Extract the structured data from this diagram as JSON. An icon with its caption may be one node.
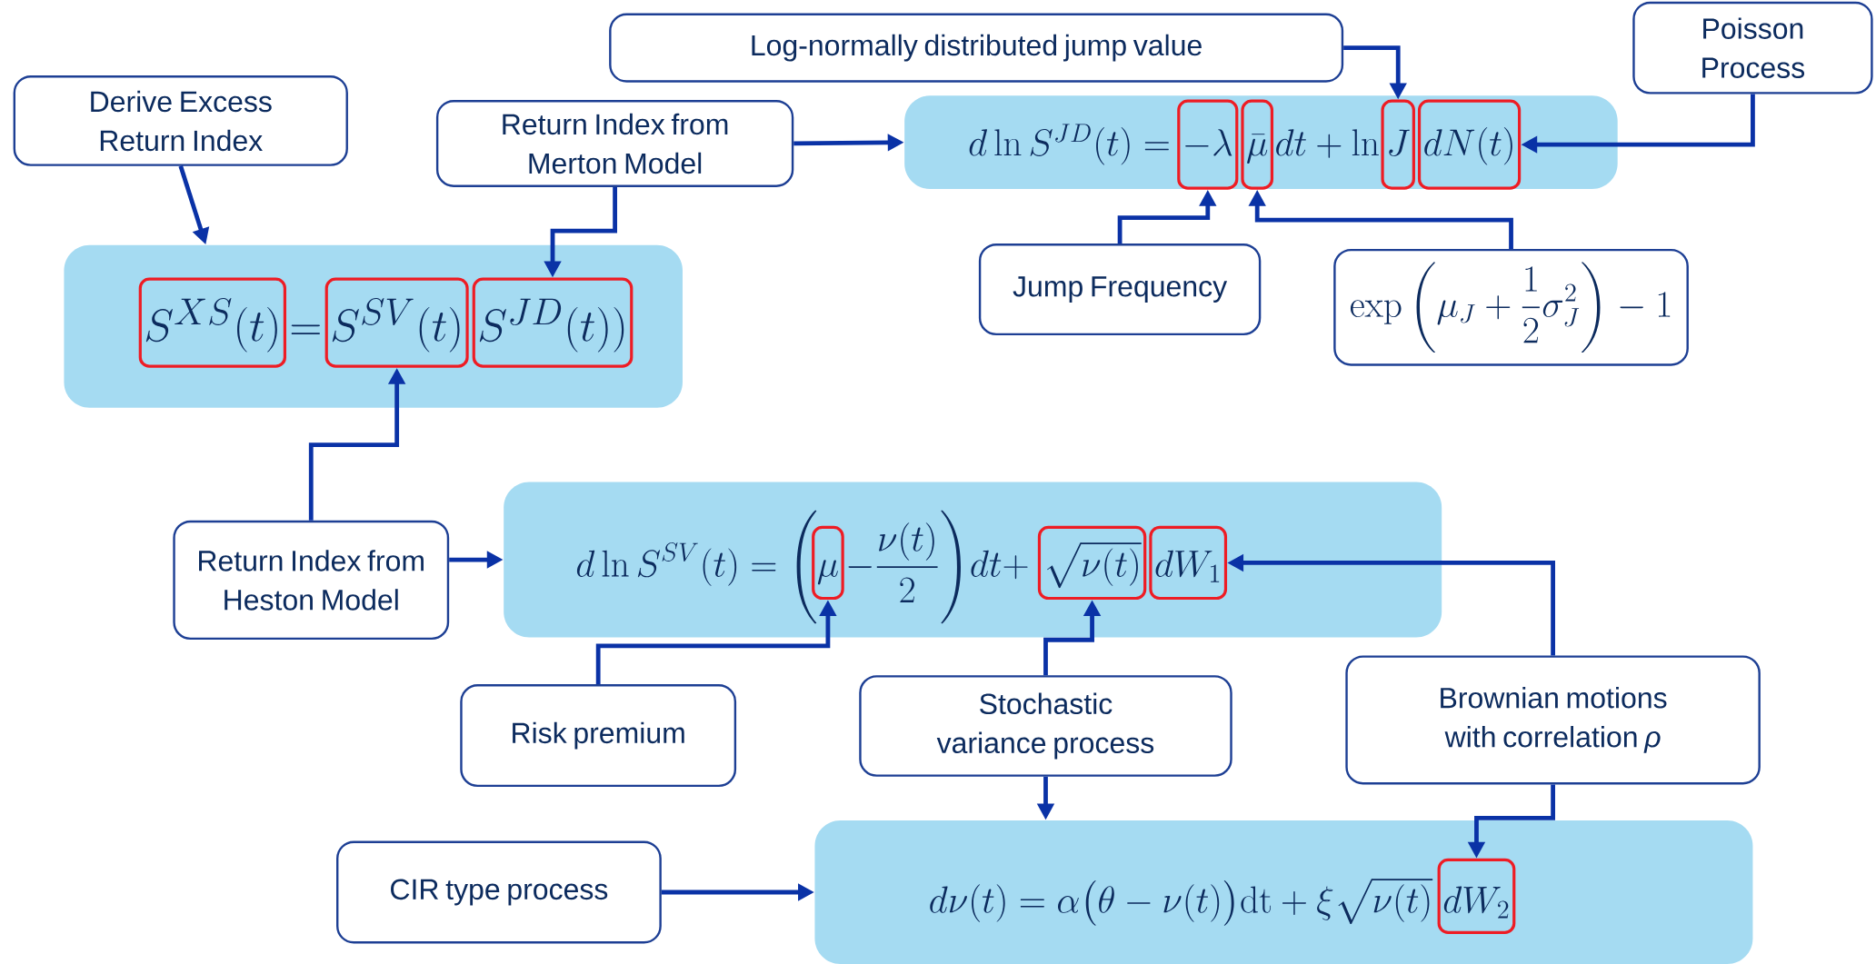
{
  "diagram": {
    "nodes": [
      {
        "text": [
          "Log-normally distributed jump value"
        ]
      },
      {
        "text": [
          "Poisson Process"
        ]
      },
      {
        "text": [
          "Derive Excess Return Index"
        ]
      },
      {
        "text": [
          "Return Index from Merton Model"
        ]
      },
      {
        "text": [
          "d\\ln S^{JD}(t) =",
          "dt + \\ln"
        ]
      },
      {
        "text": [
          "-\\lambda"
        ],
        "in": 4
      },
      {
        "text": [
          "\\bar{\\mu}"
        ],
        "in": 4
      },
      {
        "text": [
          "J"
        ],
        "in": 4
      },
      {
        "text": [
          "dN(t)"
        ],
        "in": 4
      },
      {
        "text": [
          "Jump Frequency"
        ]
      },
      {
        "text": [
          "\\exp\\left(\\mu_J + \\frac{1}{2}\\sigma_J^2\\right) - 1"
        ]
      },
      {
        "text": [
          "="
        ]
      },
      {
        "text": [
          "S^{XS}(t)"
        ],
        "in": 11
      },
      {
        "text": [
          "S^{SV}(t)"
        ],
        "in": 11
      },
      {
        "text": [
          "S^{JD}(t))"
        ],
        "in": 11
      },
      {
        "text": [
          "Return Index from Heston Model"
        ]
      },
      {
        "text": [
          "d\\ln S^{SV}(t) = \\Bigg(",
          "- \\frac{\\nu(t)}{2}\\Bigg) dt +"
        ]
      },
      {
        "text": [
          "\\mu"
        ],
        "in": 16
      },
      {
        "text": [
          "\\sqrt{\\nu(t)}"
        ],
        "in": 16
      },
      {
        "text": [
          "dW_1"
        ],
        "in": 16
      },
      {
        "text": [
          "Risk premium"
        ]
      },
      {
        "text": [
          "Stochastic variance process"
        ]
      },
      {
        "text": [
          "Brownian motions with correlation *ρ*"
        ]
      },
      {
        "text": [
          "CIR type process"
        ]
      },
      {
        "text": [
          "d\\nu(t) = \\alpha\\big(\\theta - \\nu(t)\\big)\\mathrm{dt} + \\xi\\sqrt{\\nu(t)}"
        ]
      },
      {
        "text": [
          "dW_2"
        ],
        "in": 24
      }
    ],
    "edges": [
      {
        "from": 0,
        "to": 7,
        "arrow": "to"
      },
      {
        "from": 1,
        "to": 8,
        "arrow": "to"
      },
      {
        "from": 2,
        "to": 11,
        "arrow": "to"
      },
      {
        "from": 3,
        "to": 4,
        "arrow": "to"
      },
      {
        "from": 3,
        "to": 14,
        "arrow": "to"
      },
      {
        "from": 9,
        "to": 5,
        "arrow": "to"
      },
      {
        "from": 10,
        "to": 6,
        "arrow": "to"
      },
      {
        "from": 15,
        "to": 13,
        "arrow": "to"
      },
      {
        "from": 15,
        "to": 16,
        "arrow": "to"
      },
      {
        "from": 20,
        "to": 17,
        "arrow": "to"
      },
      {
        "from": 21,
        "to": 18,
        "arrow": "to"
      },
      {
        "from": 22,
        "to": 19,
        "arrow": "to"
      },
      {
        "from": 21,
        "to": 24,
        "arrow": "to"
      },
      {
        "from": 22,
        "to": 25,
        "arrow": "to"
      },
      {
        "from": 23,
        "to": 24,
        "arrow": "to"
      }
    ]
  }
}
